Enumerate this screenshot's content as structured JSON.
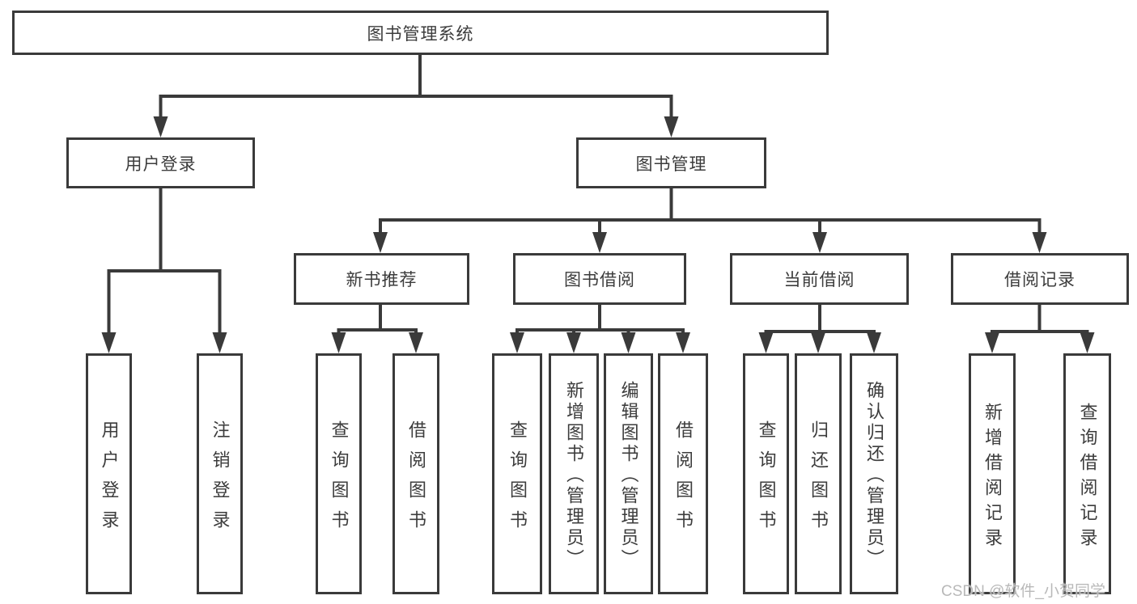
{
  "colors": {
    "line": "#3a3a3a",
    "box_border": "#3a3a3a",
    "box_fill": "#ffffff",
    "text": "#3c3c3c",
    "background": "#ffffff",
    "watermark": "#b9b9b9"
  },
  "tree": {
    "root": {
      "label": "图书管理系统",
      "children": [
        {
          "label": "用户登录",
          "children": [
            {
              "label": "用户登录"
            },
            {
              "label": "注销登录"
            }
          ]
        },
        {
          "label": "图书管理",
          "children": [
            {
              "label": "新书推荐",
              "children": [
                {
                  "label": "查询图书"
                },
                {
                  "label": "借阅图书"
                }
              ]
            },
            {
              "label": "图书借阅",
              "children": [
                {
                  "label": "查询图书"
                },
                {
                  "label": "新增图书（管理员）"
                },
                {
                  "label": "编辑图书（管理员）"
                },
                {
                  "label": "借阅图书"
                }
              ]
            },
            {
              "label": "当前借阅",
              "children": [
                {
                  "label": "查询图书"
                },
                {
                  "label": "归还图书"
                },
                {
                  "label": "确认归还（管理员）"
                }
              ]
            },
            {
              "label": "借阅记录",
              "children": [
                {
                  "label": "新增借阅记录"
                },
                {
                  "label": "查询借阅记录"
                }
              ]
            }
          ]
        }
      ]
    }
  },
  "watermark": {
    "text": "CSDN @软件_小贺同学"
  }
}
